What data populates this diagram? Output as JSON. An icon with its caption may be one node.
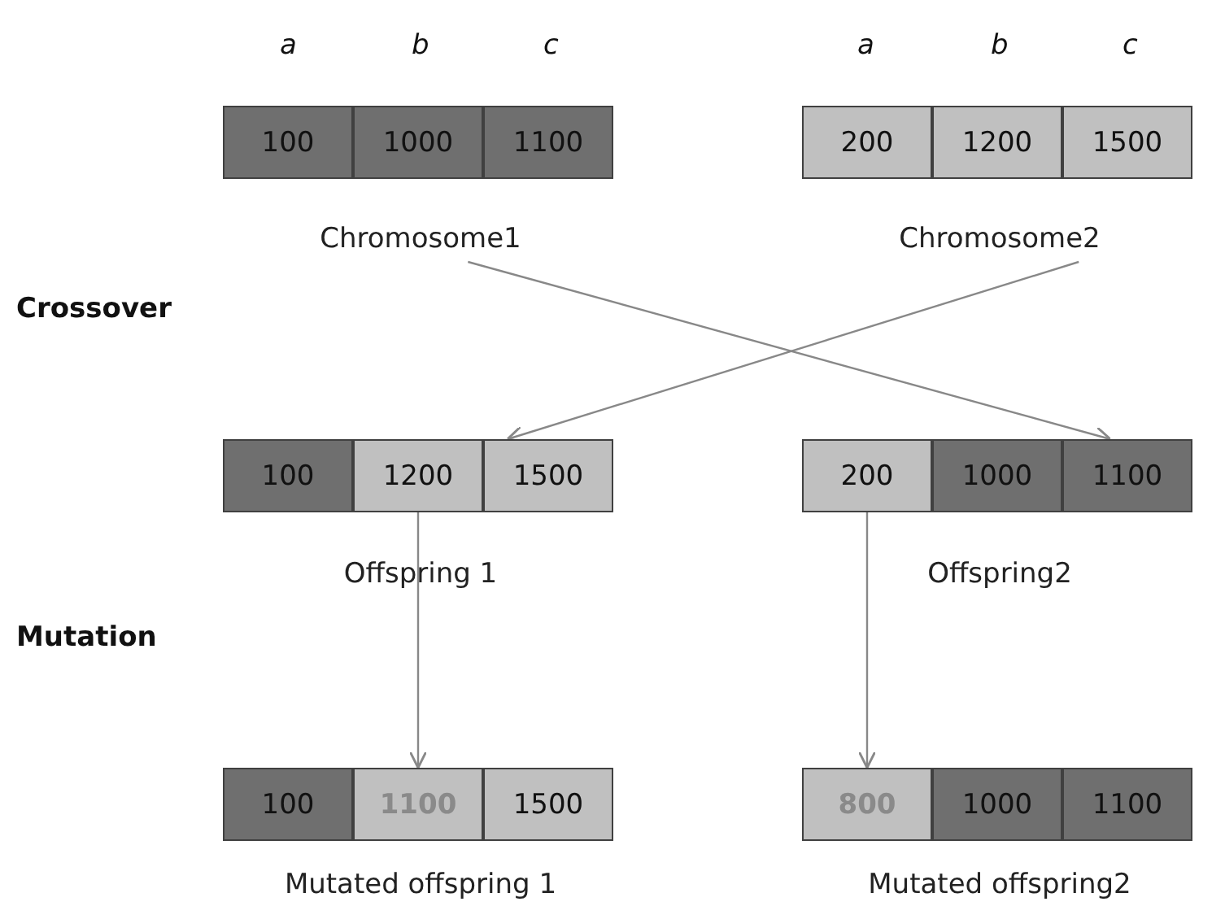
{
  "diagram": {
    "nodes": [
      {
        "text": [
          "Chromosome1"
        ]
      },
      {
        "text": [
          "100"
        ],
        "in": 0
      },
      {
        "text": [
          "1000"
        ],
        "in": 0
      },
      {
        "text": [
          "1100"
        ],
        "in": 0
      },
      {
        "text": [
          "Chromosome2"
        ]
      },
      {
        "text": [
          "200"
        ],
        "in": 4
      },
      {
        "text": [
          "1200"
        ],
        "in": 4
      },
      {
        "text": [
          "1500"
        ],
        "in": 4
      },
      {
        "text": [
          "Offspring 1"
        ]
      },
      {
        "text": [
          "100"
        ],
        "in": 8
      },
      {
        "text": [
          "1200"
        ],
        "in": 8
      },
      {
        "text": [
          "1500"
        ],
        "in": 8
      },
      {
        "text": [
          "Offspring2"
        ]
      },
      {
        "text": [
          "200"
        ],
        "in": 12
      },
      {
        "text": [
          "1000"
        ],
        "in": 12
      },
      {
        "text": [
          "1100"
        ],
        "in": 12
      },
      {
        "text": [
          "Mutated offspring 1"
        ]
      },
      {
        "text": [
          "100"
        ],
        "in": 16
      },
      {
        "text": [
          "1100"
        ],
        "in": 16
      },
      {
        "text": [
          "1500"
        ],
        "in": 16
      },
      {
        "text": [
          "Mutated offspring2"
        ]
      },
      {
        "text": [
          "800"
        ],
        "in": 20
      },
      {
        "text": [
          "1000"
        ],
        "in": 20
      },
      {
        "text": [
          "1100"
        ],
        "in": 20
      }
    ],
    "edges": [
      {
        "from": 0,
        "to": 12,
        "arrow": "to"
      },
      {
        "from": 4,
        "to": 8,
        "arrow": "to"
      },
      {
        "from": 10,
        "to": 18,
        "arrow": "to"
      },
      {
        "from": 13,
        "to": 21,
        "arrow": "to"
      }
    ],
    "labels": [
      "a",
      "b",
      "c",
      "a",
      "b",
      "c",
      "Crossover",
      "Mutation"
    ]
  }
}
